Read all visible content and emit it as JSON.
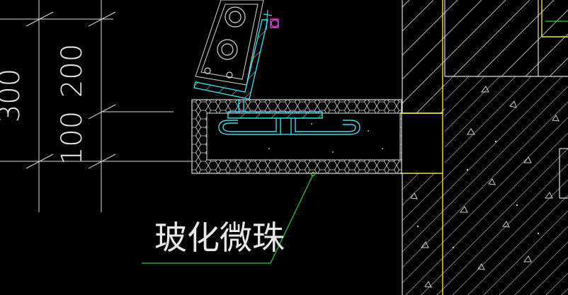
{
  "drawing": {
    "background": "#000000",
    "colors": {
      "line_white": "#e0e0e0",
      "wall_yellow": "#e8e840",
      "bracket_cyan": "#40d8e8",
      "leader_green": "#30d040",
      "bolt_magenta": "#e040e0",
      "hatch_gray": "#a0a0a0"
    },
    "dimensions": {
      "left_value": "300",
      "middle_value": "200",
      "lower_value": "100"
    },
    "callout": {
      "label": "玻化微珠"
    }
  }
}
